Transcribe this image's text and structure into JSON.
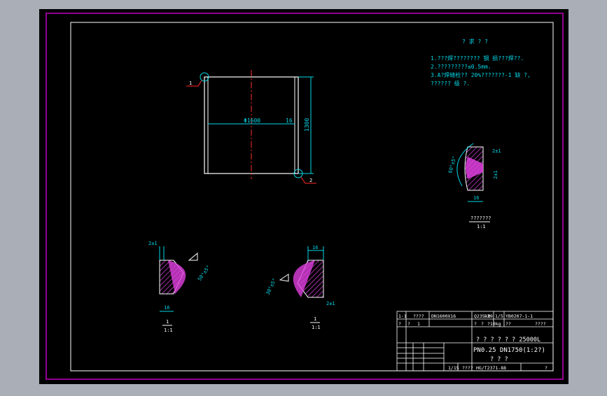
{
  "colors": {
    "window_bg": "#a9aeb7",
    "canvas_bg": "#000000",
    "border_magenta": "#c000c0",
    "line_white": "#ffffff",
    "dim_cyan": "#00d8e8",
    "center_red": "#ff2a2a",
    "hatch_magenta": "#e040e0"
  },
  "tech_requirements": {
    "title": "? 求 ? ?",
    "lines": [
      "1.???焊???????? 钢 损???焊??.",
      "2.?????????≤0.5mm.",
      "3.A?焊缝检?? 20%???????-1 缺 ?,",
      "  ?????? 级 ?."
    ]
  },
  "main_view": {
    "diameter_label": "Φ1600",
    "thickness_label": "16",
    "height_label": "1300",
    "callout_1": "1",
    "callout_2": "2"
  },
  "detail_right": {
    "angle_label": "60°±5°",
    "gap_top": "2±1",
    "gap_bottom": "2±1",
    "thickness": "16",
    "caption": "???????",
    "scale": "1:1"
  },
  "detail_left": {
    "dim_top": "2±1",
    "angle_label": "50°±5°",
    "thickness": "16",
    "mark_number": "1",
    "scale": "1:1"
  },
  "detail_mid": {
    "dim_top": "16",
    "angle_label": "30°±5°",
    "gap": "2±1",
    "mark_number": "1",
    "scale": "1:1"
  },
  "title_block": {
    "parts_row": [
      "1-1",
      "????",
      "DN1600X16",
      "Q235-B",
      "829",
      "1/5",
      "YB0207-1-1"
    ],
    "parts_row2": [
      "?",
      "?",
      "1",
      "?",
      "?",
      "?10kg",
      "??",
      "????"
    ],
    "drawing_title": "? ? ? ? ? ? 25000L",
    "subtitle": "PN0.25   DN1750(1:2?)",
    "product_name": "? ? ?",
    "bottom_cells": [
      "1/15",
      "????",
      "HG/T2371-88",
      "?"
    ]
  }
}
